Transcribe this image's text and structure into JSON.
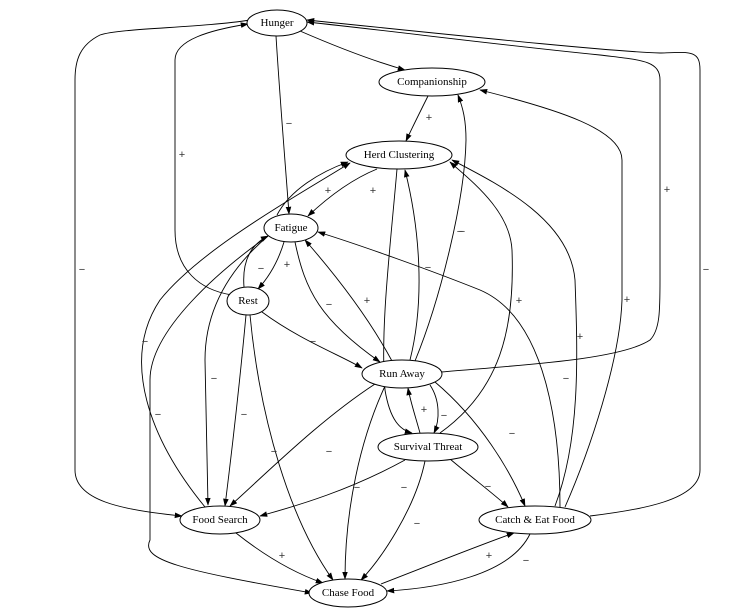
{
  "title": "Causal loop diagram",
  "colors": {
    "stroke": "#000000",
    "background": "#ffffff"
  },
  "nodes": [
    {
      "id": "hunger",
      "label": "Hunger"
    },
    {
      "id": "companionship",
      "label": "Companionship"
    },
    {
      "id": "herd",
      "label": "Herd Clustering"
    },
    {
      "id": "fatigue",
      "label": "Fatigue"
    },
    {
      "id": "rest",
      "label": "Rest"
    },
    {
      "id": "runaway",
      "label": "Run Away"
    },
    {
      "id": "threat",
      "label": "Survival Threat"
    },
    {
      "id": "foodsearch",
      "label": "Food Search"
    },
    {
      "id": "catch",
      "label": "Catch & Eat Food"
    },
    {
      "id": "chase",
      "label": "Chase Food"
    }
  ],
  "edges": [
    {
      "from": "hunger",
      "to": "companionship",
      "sign": ""
    },
    {
      "from": "hunger",
      "to": "fatigue",
      "sign": "−"
    },
    {
      "from": "hunger",
      "to": "foodsearch",
      "sign": "−"
    },
    {
      "from": "rest",
      "to": "hunger",
      "sign": "+"
    },
    {
      "from": "runaway",
      "to": "hunger",
      "sign": "+"
    },
    {
      "from": "catch",
      "to": "hunger",
      "sign": "−"
    },
    {
      "from": "companionship",
      "to": "herd",
      "sign": "+"
    },
    {
      "from": "runaway",
      "to": "companionship",
      "sign": "−"
    },
    {
      "from": "catch",
      "to": "companionship",
      "sign": "+"
    },
    {
      "from": "fatigue",
      "to": "herd",
      "sign": "+"
    },
    {
      "from": "herd",
      "to": "fatigue",
      "sign": "+"
    },
    {
      "from": "foodsearch",
      "to": "herd",
      "sign": "−"
    },
    {
      "from": "runaway",
      "to": "herd",
      "sign": "−"
    },
    {
      "from": "threat",
      "to": "herd",
      "sign": "+"
    },
    {
      "from": "catch",
      "to": "herd",
      "sign": "+"
    },
    {
      "from": "herd",
      "to": "threat",
      "sign": "−"
    },
    {
      "from": "fatigue",
      "to": "rest",
      "sign": "+"
    },
    {
      "from": "rest",
      "to": "fatigue",
      "sign": "−"
    },
    {
      "from": "runaway",
      "to": "fatigue",
      "sign": "+"
    },
    {
      "from": "catch",
      "to": "fatigue",
      "sign": "−"
    },
    {
      "from": "fatigue",
      "to": "runaway",
      "sign": "−"
    },
    {
      "from": "fatigue",
      "to": "foodsearch",
      "sign": "−"
    },
    {
      "from": "fatigue",
      "to": "chase",
      "sign": "−"
    },
    {
      "from": "rest",
      "to": "runaway",
      "sign": "−"
    },
    {
      "from": "rest",
      "to": "foodsearch",
      "sign": "−"
    },
    {
      "from": "rest",
      "to": "chase",
      "sign": "−"
    },
    {
      "from": "threat",
      "to": "runaway",
      "sign": "+"
    },
    {
      "from": "runaway",
      "to": "threat",
      "sign": "−"
    },
    {
      "from": "runaway",
      "to": "foodsearch",
      "sign": "−"
    },
    {
      "from": "runaway",
      "to": "chase",
      "sign": "−"
    },
    {
      "from": "runaway",
      "to": "catch",
      "sign": "−"
    },
    {
      "from": "threat",
      "to": "foodsearch",
      "sign": "−"
    },
    {
      "from": "threat",
      "to": "chase",
      "sign": "−"
    },
    {
      "from": "threat",
      "to": "catch",
      "sign": "−"
    },
    {
      "from": "foodsearch",
      "to": "chase",
      "sign": "+"
    },
    {
      "from": "chase",
      "to": "catch",
      "sign": "+"
    },
    {
      "from": "catch",
      "to": "chase",
      "sign": "−"
    }
  ]
}
